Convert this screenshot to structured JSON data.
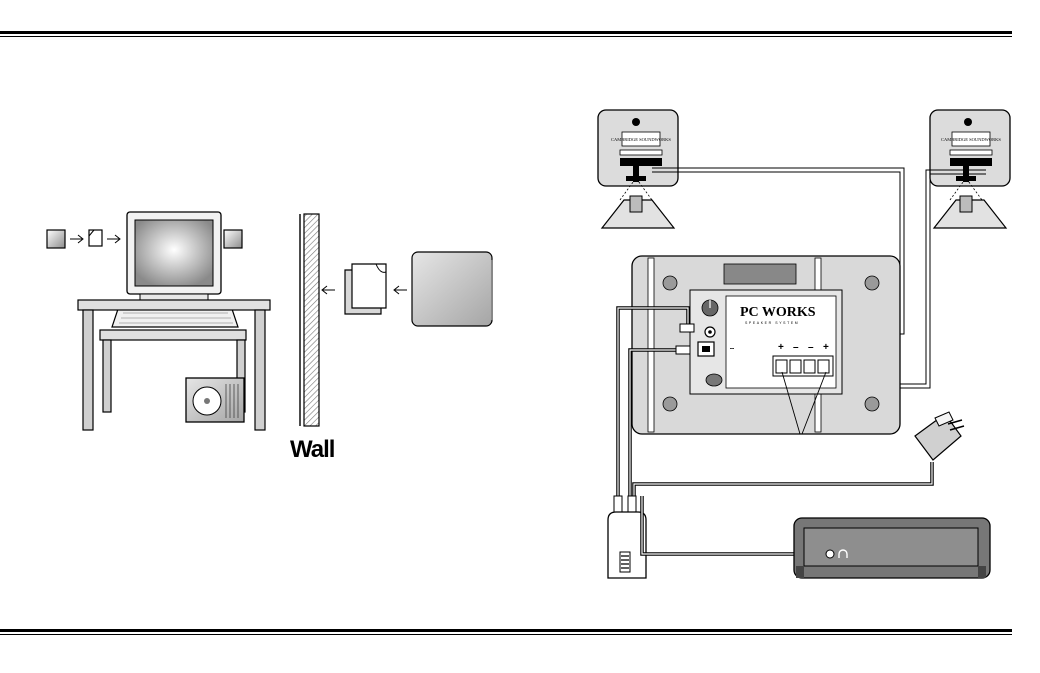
{
  "labels": {
    "wall": "Wall",
    "brand_name": "PC WORKS",
    "brand_tagline": "SPEAKER SYSTEM",
    "speaker_badge": "CAMBRIDGE SOUNDWORKS",
    "terminal_signs": [
      "+",
      "–",
      "–",
      "+"
    ]
  },
  "colors": {
    "line": "#000000",
    "panel_gray": "#d9d9d9",
    "dark_gray": "#555555",
    "background": "#ffffff"
  },
  "icons": {
    "arrow": "right-arrow-icon",
    "headphone": "headphone-icon",
    "power": "power-adapter-icon"
  }
}
